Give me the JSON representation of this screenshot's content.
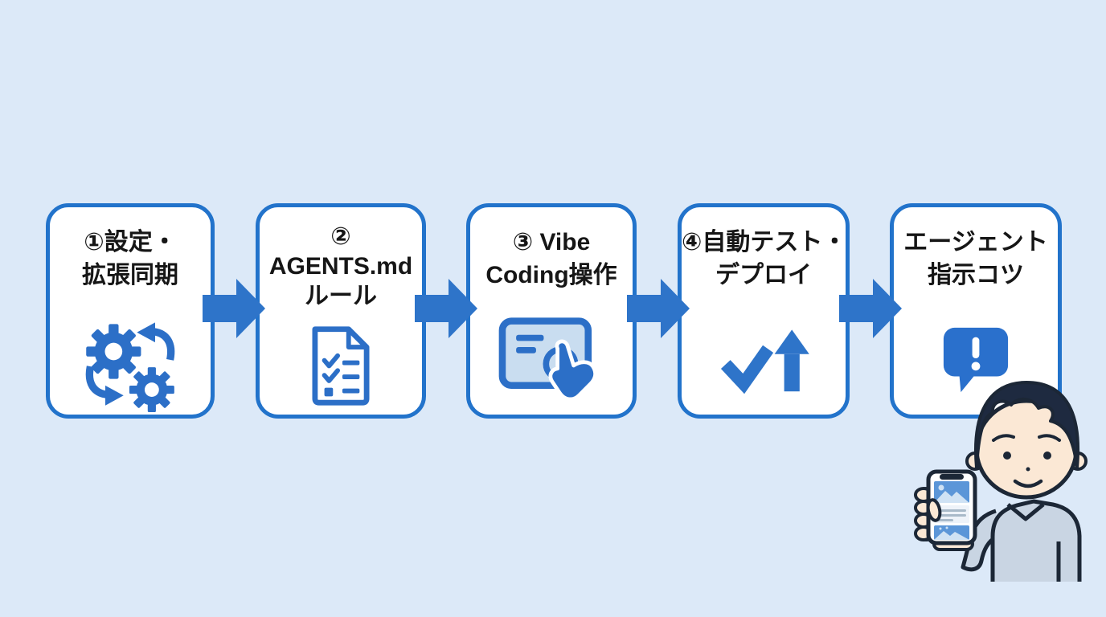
{
  "diagram": {
    "background_color": "#dce9f8",
    "box_fill_color": "#ffffff",
    "box_border_color": "#2273cb",
    "arrow_color": "#2e74c9",
    "icon_color": "#2c6fc7",
    "title_text_color": "#161616"
  },
  "steps": [
    {
      "title_lines": [
        "①設定・",
        "拡張同期"
      ],
      "icon": "gears-sync-icon"
    },
    {
      "title_lines": [
        "②",
        "AGENTS.md",
        "ルール"
      ],
      "icon": "document-checklist-icon"
    },
    {
      "title_lines": [
        "③ Vibe",
        "Coding操作"
      ],
      "icon": "tablet-tap-icon"
    },
    {
      "title_lines": [
        "④自動テスト・",
        "デプロイ"
      ],
      "icon": "check-deploy-arrow-icon"
    },
    {
      "title_lines": [
        "エージェント",
        "指示コツ"
      ],
      "icon": "alert-speech-bubble-icon"
    }
  ],
  "illustration": {
    "person": "man-holding-smartphone",
    "phone_screen": "app-with-image-cards-and-text-lines"
  }
}
